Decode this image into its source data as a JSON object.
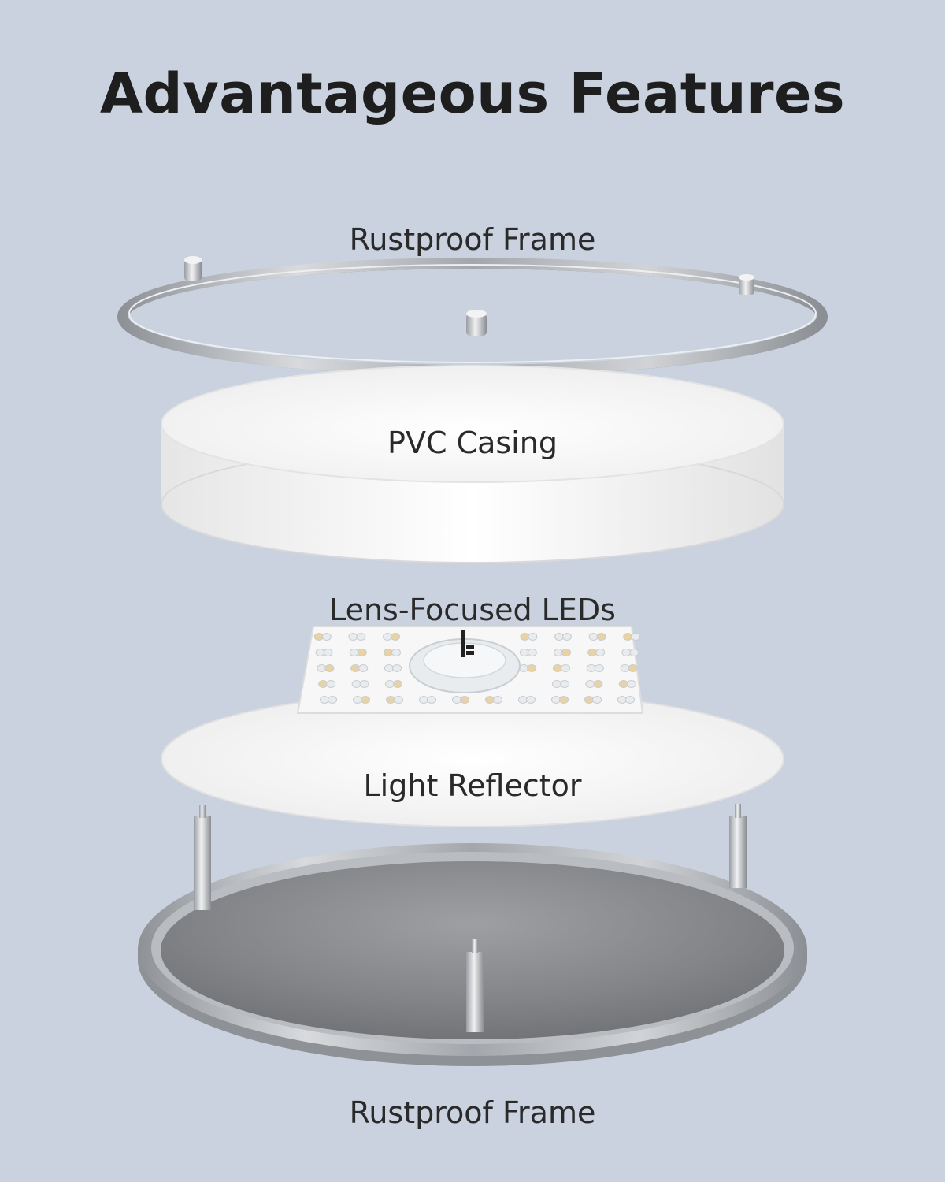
{
  "title": "Advantageous Features",
  "components": [
    {
      "label": "Rustproof Frame"
    },
    {
      "label": "PVC Casing"
    },
    {
      "label": "Lens-Focused LEDs"
    },
    {
      "label": "Light Reflector"
    },
    {
      "label": "Rustproof Frame"
    }
  ],
  "colors": {
    "background": "#c9d2de",
    "metal": "#a9adb2",
    "casing": "#f4f4f4",
    "text": "#1e1e1e"
  }
}
